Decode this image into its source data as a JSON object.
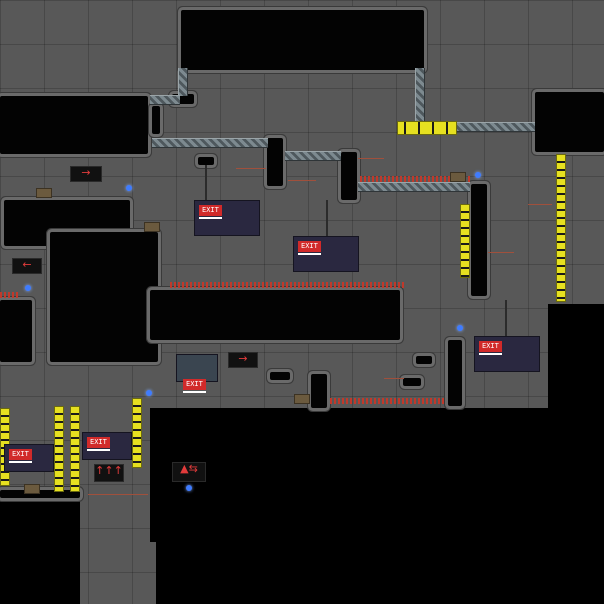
{
  "scene": {
    "description_tags": [
      "side-scroller level",
      "metal girders",
      "black rock walls",
      "red spike hazards",
      "yellow hazard barriers"
    ]
  },
  "signs": [
    {
      "label": "EXIT"
    },
    {
      "label": "EXIT"
    },
    {
      "label": "EXIT"
    },
    {
      "label": "EXIT"
    },
    {
      "label": "EXIT"
    },
    {
      "label": "EXIT"
    }
  ],
  "arrow_panels": [
    {
      "glyph": "→"
    },
    {
      "glyph": "←"
    },
    {
      "glyph": "→"
    },
    {
      "glyph": "↑↑↑"
    },
    {
      "glyph": "▲⇆"
    }
  ],
  "icons": {
    "orb": "energy-orb-icon",
    "crate": "crate-icon",
    "spikes": "spike-hazard-icon"
  },
  "colors": {
    "background": "#585858",
    "rock": "#030303",
    "rock_edge": "#6a6a6a",
    "hazard": "#e6e020",
    "spike": "#c0392b",
    "sign_red": "#d12a2a",
    "orb": "#3f7cff"
  }
}
